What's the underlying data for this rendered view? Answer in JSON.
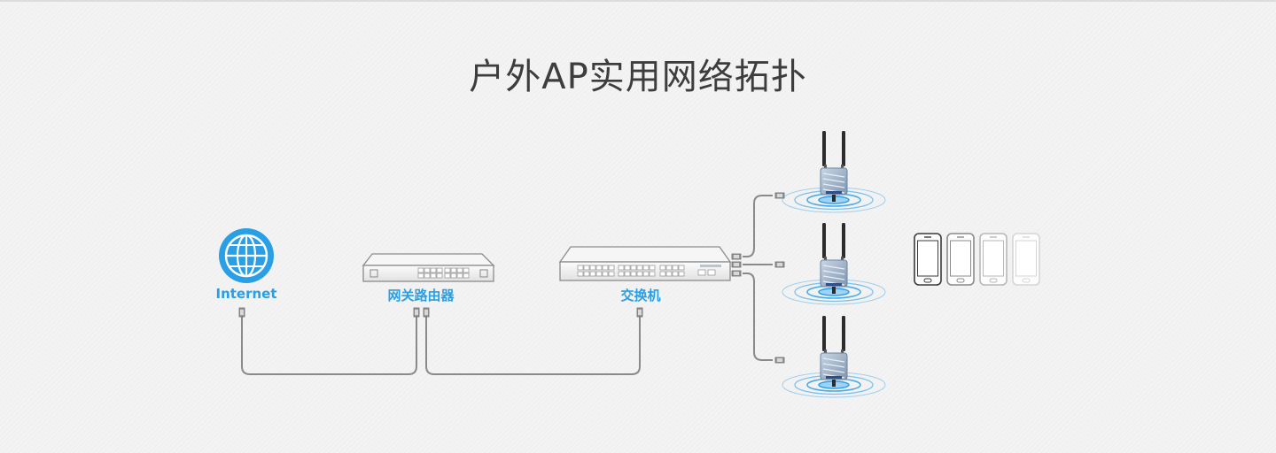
{
  "title": "户外AP实用网络拓扑",
  "nodes": {
    "internet": {
      "label": "Internet",
      "icon": "globe-icon"
    },
    "gateway_router": {
      "label": "网关路由器",
      "icon": "router-icon"
    },
    "switch": {
      "label": "交换机",
      "icon": "switch-icon"
    },
    "access_points": {
      "count": 3,
      "icon": "outdoor-ap-icon"
    },
    "clients": {
      "count": 4,
      "icon": "smartphone-icon"
    }
  },
  "colors": {
    "accent": "#2a9fe6",
    "title": "#3d3d3d",
    "cable": "#8a8a8a",
    "wifi_ring": "#3aa6ea",
    "ap_body": "#8aa0b8"
  }
}
